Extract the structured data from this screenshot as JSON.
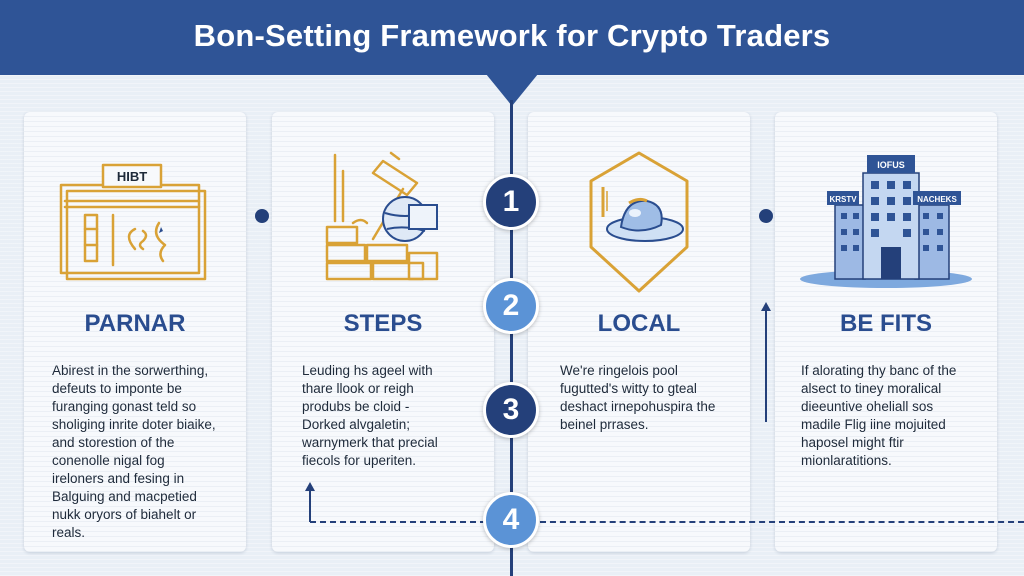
{
  "header": {
    "title": "Bon-Setting Framework for Crypto Traders"
  },
  "steps": [
    "1",
    "2",
    "3",
    "4"
  ],
  "cards": [
    {
      "heading": "PARNAR",
      "icon": "document-chart-icon",
      "icon_label": "HIBT",
      "body": "Abirest in the sorwerthing,\ndefeuts to imponte be\nfuranging gonast teld so\nsholiging inrite doter biaike,\nand storestion of the\nconenolle nigal fog\nireloners and fesing in\nBalguing and macpetied\nnukk oryors of biahelt or\nreals."
    },
    {
      "heading": "STEPS",
      "icon": "hammer-blocks-icon",
      "body": "Leuding hs ageel with\nthare llook or reigh\nprodubs be cloid -\nDorked alvgaletin;\nwarnymerk that precial\nfiecols for uperiten."
    },
    {
      "heading": "LOCAL",
      "icon": "shield-coin-icon",
      "body": "We're ringelois pool\nfugutted's witty to gteal\ndeshact irnepohuspira the\nbeinel prrases."
    },
    {
      "heading": "BE  FITS",
      "icon": "bank-building-icon",
      "icon_labels": [
        "IOFUS",
        "KRSTV",
        "NACHEKS"
      ],
      "body": "If alorating thy banc of the\nalsect to tiney moralical\ndieeuntive oheliall sos\nmadile Flig iine mojuited\nhaposel might ftir\nmionlaratitions."
    }
  ],
  "colors": {
    "navy": "#24407a",
    "header": "#2f5496",
    "accent_light": "#5b93d6",
    "gold": "#d9a236"
  }
}
